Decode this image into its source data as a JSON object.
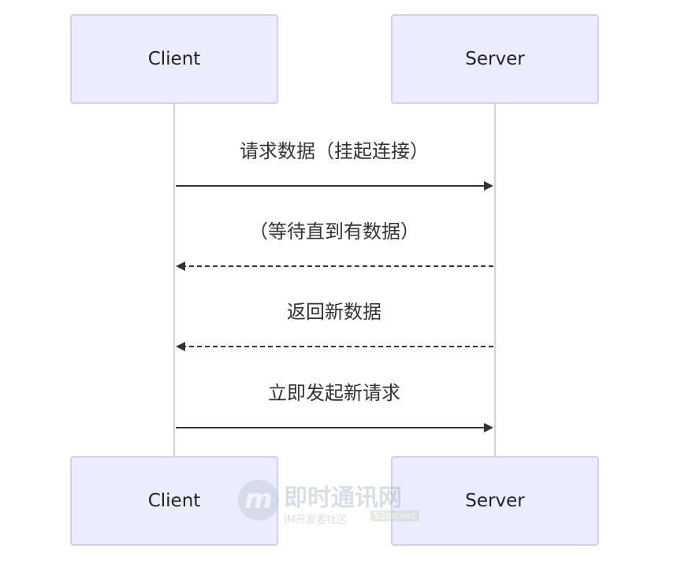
{
  "participants": {
    "client": "Client",
    "server": "Server"
  },
  "messages": [
    {
      "label": "请求数据（挂起连接）",
      "from": "client",
      "to": "server",
      "line": "solid"
    },
    {
      "label": "（等待直到有数据）",
      "from": "server",
      "to": "client",
      "line": "dashed"
    },
    {
      "label": "返回新数据",
      "from": "server",
      "to": "client",
      "line": "dashed"
    },
    {
      "label": "立即发起新请求",
      "from": "client",
      "to": "server",
      "line": "solid"
    }
  ],
  "watermark": {
    "logo_letter": "m",
    "title": "即时通讯网",
    "subtitle": "IM开发者社区",
    "url": "52im.net"
  },
  "colors": {
    "actor_fill": "#ececff",
    "actor_border": "#d3d0ee",
    "lifeline": "#d3d0ee",
    "arrow": "#333333",
    "background": "#ffffff"
  }
}
